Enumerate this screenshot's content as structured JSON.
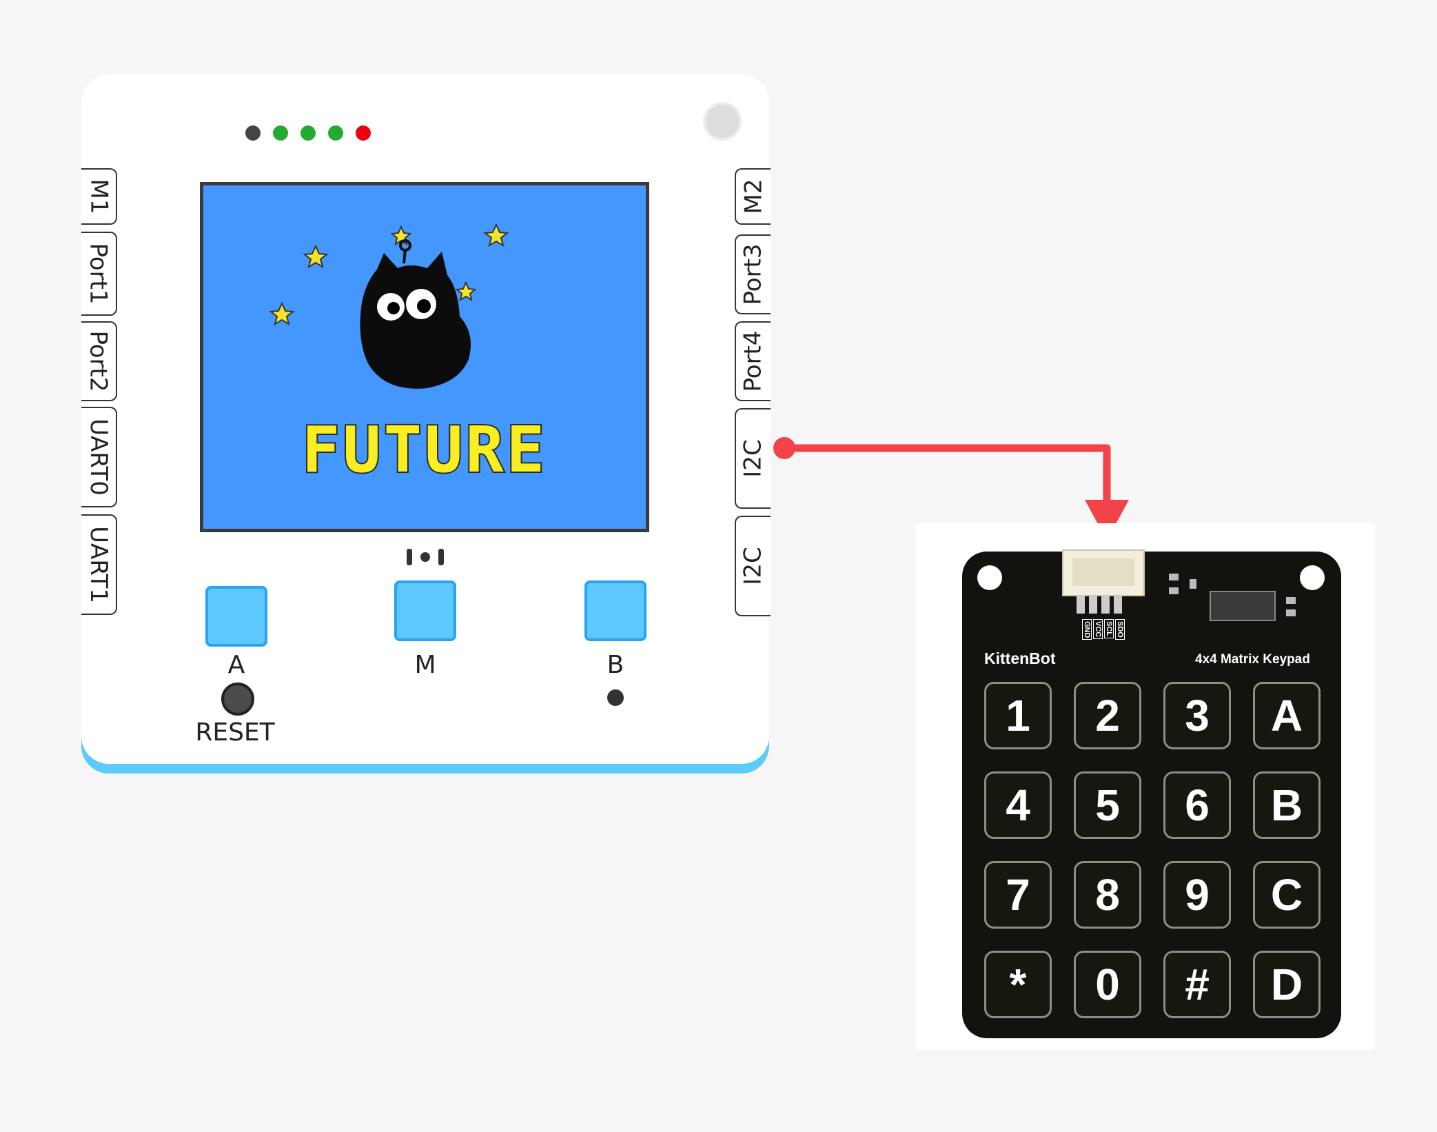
{
  "controller": {
    "screen_text": "FUTURE",
    "ports_left": [
      "M1",
      "Port1",
      "Port2",
      "UART0",
      "UART1"
    ],
    "ports_right": [
      "M2",
      "Port3",
      "Port4",
      "I2C",
      "I2C"
    ],
    "buttons": {
      "a": "A",
      "m": "M",
      "b": "B",
      "reset": "RESET"
    },
    "led_colors": [
      "#444444",
      "#22aa33",
      "#22aa33",
      "#22aa33",
      "#ee0011"
    ]
  },
  "keypad": {
    "brand": "KittenBot",
    "title": "4x4 Matrix Keypad",
    "pins": [
      "GND",
      "VCC",
      "SCL",
      "SDO"
    ],
    "keys": [
      [
        "1",
        "2",
        "3",
        "A"
      ],
      [
        "4",
        "5",
        "6",
        "B"
      ],
      [
        "7",
        "8",
        "9",
        "C"
      ],
      [
        "*",
        "0",
        "#",
        "D"
      ]
    ]
  },
  "connection": {
    "from": "I2C",
    "to": "keypad",
    "color": "#f2424a"
  }
}
